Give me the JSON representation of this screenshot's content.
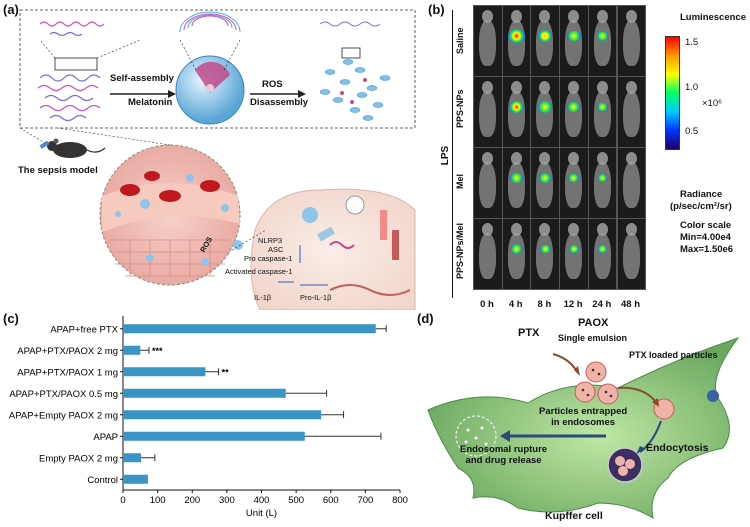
{
  "panels": {
    "a": "(a)",
    "b": "(b)",
    "c": "(c)",
    "d": "(d)"
  },
  "panel_a": {
    "self_assembly": "Self-assembly",
    "melatonin": "Melatonin",
    "ros": "ROS",
    "disassembly": "Disassembly",
    "sepsis_model": "The sepsis model",
    "nlrp3": "NLRP3",
    "asc": "ASC",
    "pro_caspase": "Pro caspase-1",
    "activated_caspase": "Activated caspase-1",
    "il1b": "IL-1β",
    "pro_il1b": "Pro-IL-1β",
    "ros_small": "ROS"
  },
  "panel_b": {
    "lps": "LPS",
    "rows": [
      "Saline",
      "PPS-NPs",
      "Mel",
      "PPS-NPs/Mel"
    ],
    "times": [
      "0 h",
      "4 h",
      "8 h",
      "12 h",
      "24 h",
      "48 h"
    ],
    "signal_levels": [
      [
        0,
        1.4,
        1.1,
        0.9,
        0.6,
        0
      ],
      [
        0,
        1.3,
        1.0,
        0.8,
        0.4,
        0
      ],
      [
        0,
        0.8,
        0.7,
        0.5,
        0.3,
        0
      ],
      [
        0,
        0.6,
        0.5,
        0.4,
        0.2,
        0
      ]
    ],
    "colorbar_title": "Luminescence",
    "ticks": [
      "1.5",
      "1.0",
      "0.5"
    ],
    "unit": "×10⁶",
    "radiance_label": "Radiance",
    "radiance_unit": "(p/sec/cm²/sr)",
    "color_scale": "Color scale",
    "min": "Min=4.00e4",
    "max": "Max=1.50e6",
    "colors": [
      "#ff0000",
      "#ff9900",
      "#ffff00",
      "#00ff66",
      "#00ccff",
      "#0033ff",
      "#1a0066"
    ]
  },
  "chart_data": {
    "type": "bar",
    "orientation": "horizontal",
    "categories": [
      "APAP+free PTX",
      "APAP+PTX/PAOX 2 mg",
      "APAP+PTX/PAOX 1 mg",
      "APAP+PTX/PAOX 0.5 mg",
      "APAP+Empty PAOX 2 mg",
      "APAP",
      "Empty PAOX 2 mg",
      "Control"
    ],
    "values": [
      730,
      50,
      238,
      470,
      572,
      525,
      52,
      72
    ],
    "errors": [
      30,
      25,
      38,
      118,
      65,
      220,
      40,
      0
    ],
    "significance": [
      "",
      "***",
      "**",
      "",
      "",
      "",
      "",
      ""
    ],
    "xlabel": "Unit (L)",
    "xlim": [
      0,
      800
    ],
    "xticks": [
      "0",
      "100",
      "200",
      "300",
      "400",
      "500",
      "600",
      "700",
      "800"
    ],
    "bar_color": "#3a95c4"
  },
  "panel_d": {
    "paox": "PAOX",
    "ptx": "PTX",
    "single_emulsion": "Single emulsion",
    "ptx_loaded": "PTX loaded particles",
    "entrapped": "Particles entrapped\nin endosomes",
    "endocytosis": "Endocytosis",
    "rupture": "Endosomal rupture\nand drug release",
    "kupffer": "Kupffer cell"
  }
}
